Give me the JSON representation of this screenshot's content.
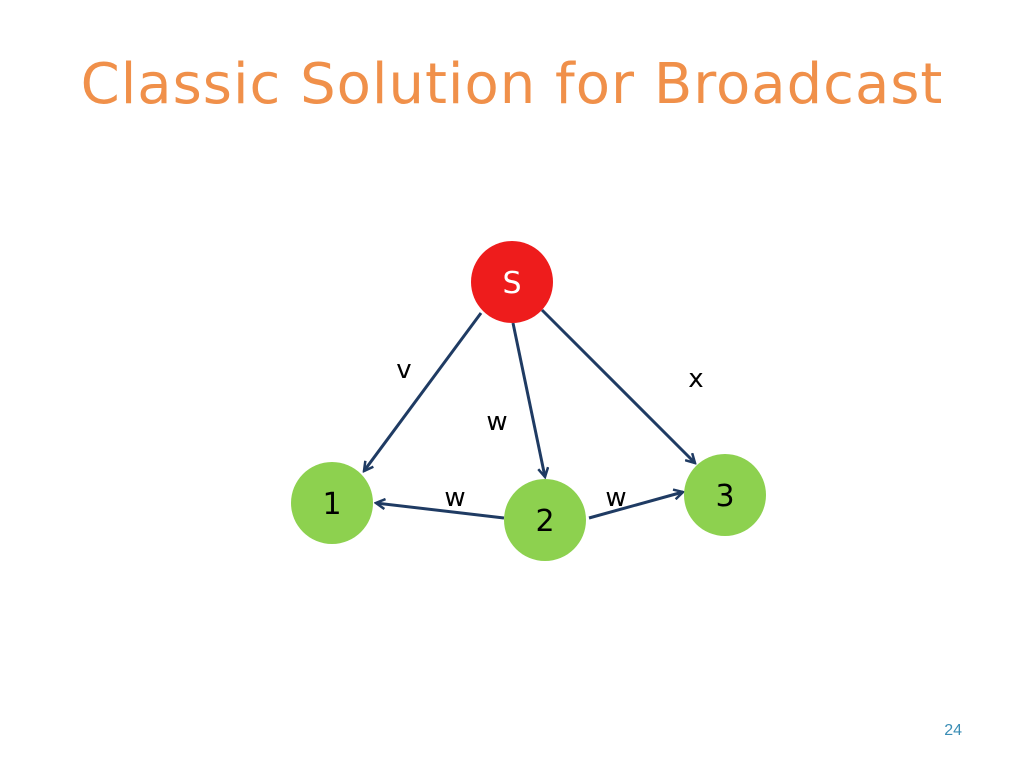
{
  "slide": {
    "title": "Classic Solution for Broadcast",
    "page_number": "24"
  },
  "colors": {
    "title": "#F0904A",
    "source_node": "#EE1C1C",
    "receiver_node": "#8DD14F",
    "edge": "#1F3B63",
    "page_number": "#3A8DB5"
  },
  "diagram": {
    "nodes": [
      {
        "id": "s",
        "label": "S",
        "role": "source"
      },
      {
        "id": "1",
        "label": "1",
        "role": "receiver"
      },
      {
        "id": "2",
        "label": "2",
        "role": "receiver"
      },
      {
        "id": "3",
        "label": "3",
        "role": "receiver"
      }
    ],
    "edges": [
      {
        "from": "s",
        "to": "1",
        "label": "v"
      },
      {
        "from": "s",
        "to": "2",
        "label": "w"
      },
      {
        "from": "s",
        "to": "3",
        "label": "x"
      },
      {
        "from": "2",
        "to": "1",
        "label": "w"
      },
      {
        "from": "2",
        "to": "3",
        "label": "w"
      }
    ]
  }
}
